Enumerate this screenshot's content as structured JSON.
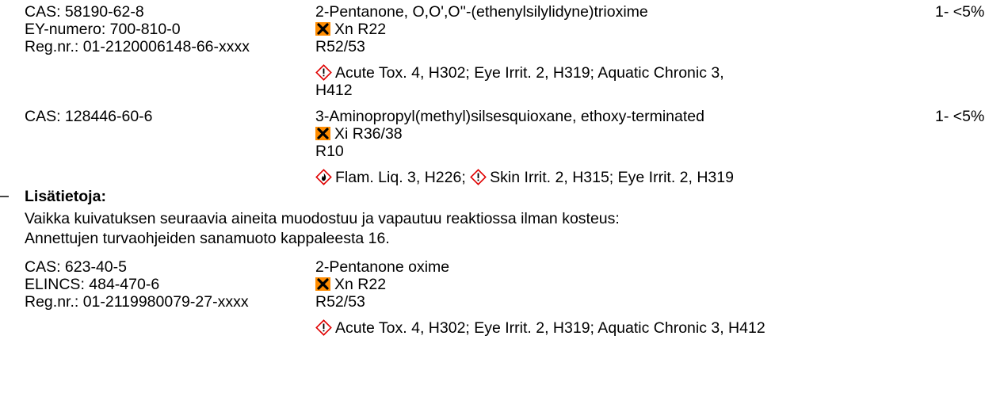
{
  "entries": [
    {
      "ids": [
        "CAS: 58190-62-8",
        "EY-numero: 700-810-0",
        "Reg.nr.: 01-2120006148-66-xxxx"
      ],
      "name": "2-Pentanone, O,O',O''-(ethenylsilylidyne)trioxime",
      "concentration": "1- <5%",
      "r_line1": "Xn R22",
      "r_line2": "R52/53",
      "ghs_line1": "Acute Tox. 4, H302; Eye Irrit. 2, H319; Aquatic Chronic 3,",
      "ghs_line2": "H412"
    },
    {
      "ids": [
        "CAS: 128446-60-6"
      ],
      "name": "3-Aminopropyl(methyl)silsesquioxane, ethoxy-terminated",
      "concentration": "1- <5%",
      "r_line1": "Xi R36/38",
      "r_line2": "R10",
      "ghs_part1": "Flam. Liq. 3, H226;",
      "ghs_part2": "Skin Irrit. 2, H315; Eye Irrit. 2, H319"
    }
  ],
  "additional": {
    "heading": "Lisätietoja:",
    "line1": "Vaikka kuivatuksen seuraavia aineita muodostuu ja vapautuu reaktiossa ilman kosteus:",
    "line2": "Annettujen turvaohjeiden sanamuoto kappaleesta 16."
  },
  "byproduct": {
    "ids": [
      "CAS: 623-40-5",
      "ELINCS: 484-470-6",
      "Reg.nr.: 01-2119980079-27-xxxx"
    ],
    "name": "2-Pentanone oxime",
    "r_line1": "Xn R22",
    "r_line2": "R52/53",
    "ghs_line1": "Acute Tox. 4, H302; Eye Irrit. 2, H319; Aquatic Chronic 3, H412"
  },
  "icons": {
    "hazard_x": "hazard-cross-icon",
    "exclamation": "ghs-exclamation-icon",
    "flame": "ghs-flame-icon"
  },
  "colors": {
    "hazard_orange": "#ff8c00",
    "ghs_red": "#e00000"
  }
}
